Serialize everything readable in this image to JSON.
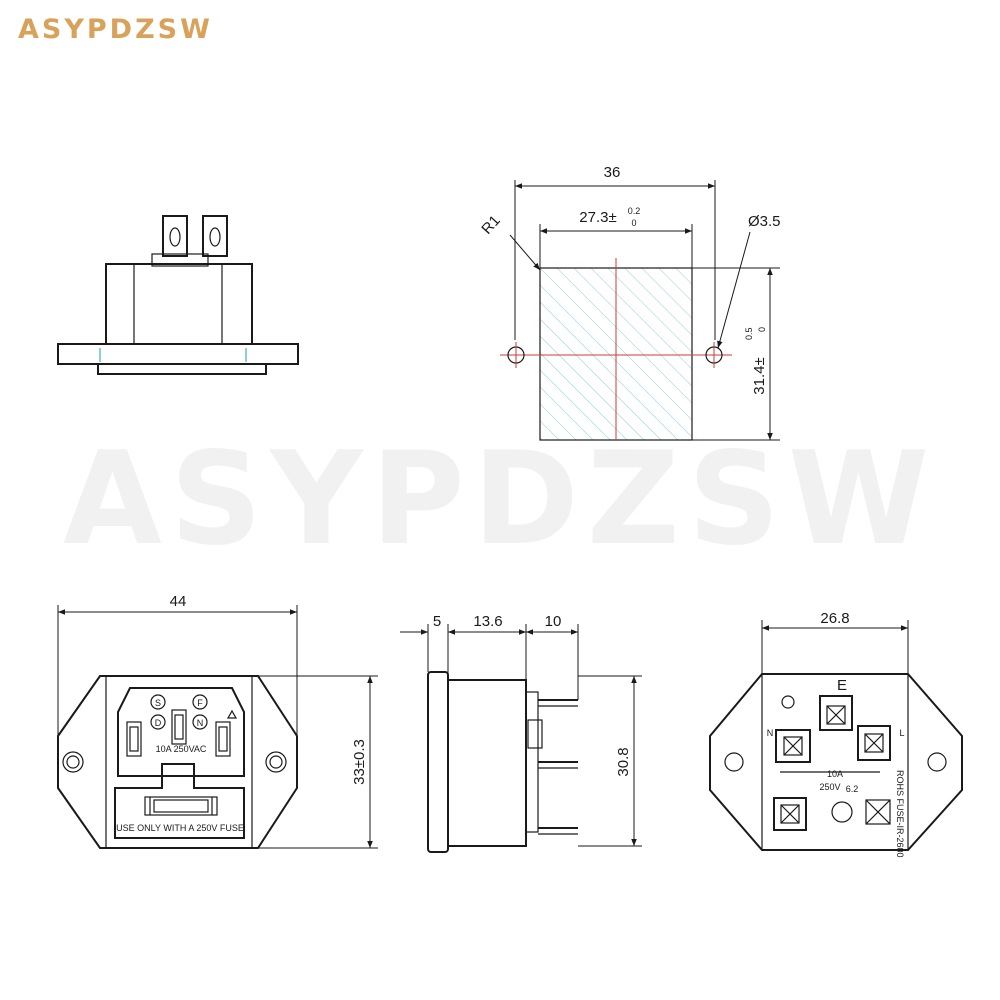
{
  "brand": {
    "text": "ASYPDZSW",
    "color": "#d8a25a"
  },
  "watermark": {
    "text": "ASYPDZSW",
    "color": "#f1f1f1"
  },
  "cutout": {
    "width_label": "36",
    "inner_width_label": "27.3±",
    "inner_tol_upper": "0.2",
    "inner_tol_lower": "0",
    "radius_label": "R1",
    "hole_label": "Ø3.5",
    "height_label": "31.4±",
    "height_tol_upper": "0.5",
    "height_tol_lower": "0"
  },
  "front": {
    "width_label": "44",
    "height_label": "33±0.3",
    "rating_label": "10A 250VAC",
    "fuse_label": "USE ONLY WITH A 250V FUSE",
    "switch_s": "S",
    "switch_d": "D",
    "switch_f": "F",
    "switch_n": "N"
  },
  "side": {
    "dim_5": "5",
    "dim_13_6": "13.6",
    "dim_10": "10",
    "height_label": "30.8"
  },
  "rear": {
    "width_label": "26.8",
    "e_label": "E",
    "n_label": "N",
    "l_label": "L",
    "rating_a": "10A",
    "rating_v": "250V",
    "rating_sub": "6.2",
    "vertical_text": "ROHS FUSE-IR-2600"
  }
}
